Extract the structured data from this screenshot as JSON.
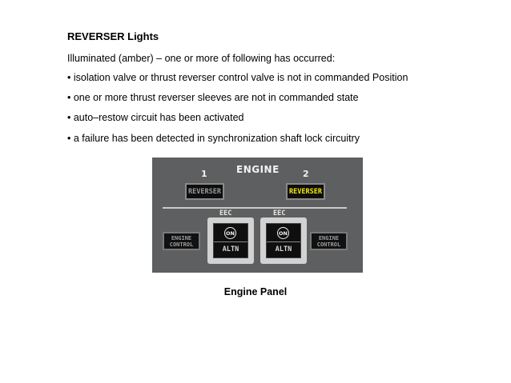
{
  "heading": "REVERSER Lights",
  "intro": "Illuminated (amber) – one or more of following has occurred:",
  "bullets": [
    "• isolation valve or thrust reverser control valve is not in commanded  Position",
    "• one or more thrust reverser sleeves are not in commanded state",
    "• auto–restow circuit has been activated",
    "• a failure has been detected in synchronization shaft lock circuitry"
  ],
  "panel": {
    "title": "ENGINE",
    "engine_numbers": [
      "1",
      "2"
    ],
    "reverser_labels": [
      "REVERSER",
      "REVERSER"
    ],
    "eec_labels": [
      "EEC",
      "EEC"
    ],
    "on_labels": [
      "ON",
      "ON"
    ],
    "altn_labels": [
      "ALTN",
      "ALTN"
    ],
    "engine_control_labels": [
      {
        "line1": "ENGINE",
        "line2": "CONTROL"
      },
      {
        "line1": "ENGINE",
        "line2": "CONTROL"
      }
    ],
    "colors": {
      "background": "#5e5f61",
      "reverser_lit": "#f4e80e",
      "reverser_unlit": "#9a9a9a"
    }
  },
  "caption": "Engine Panel"
}
